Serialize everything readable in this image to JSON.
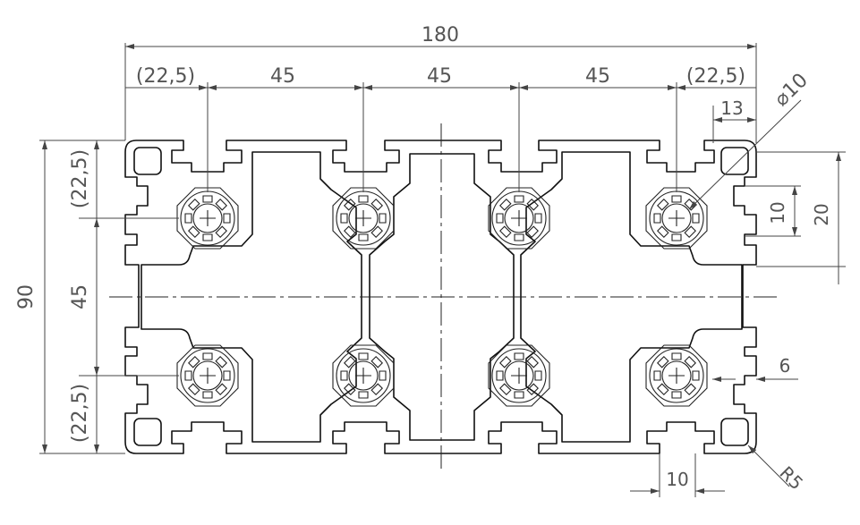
{
  "drawing": {
    "overall_width": "180",
    "overall_height": "90",
    "pitch_h": [
      "(22,5)",
      "45",
      "45",
      "45",
      "(22,5)"
    ],
    "pitch_v_top": "(22,5)",
    "pitch_v_mid": "45",
    "pitch_v_bottom": "(22,5)",
    "slot_depth": "13",
    "bore_diameter": "⌀10",
    "slot_width_right": "10",
    "slot_outer_right": "20",
    "wall_thickness": "6",
    "slot_bottom": "10",
    "corner_radius": "R5"
  },
  "colors": {
    "line": "#111111",
    "dimension": "#444444",
    "text": "#555555"
  }
}
